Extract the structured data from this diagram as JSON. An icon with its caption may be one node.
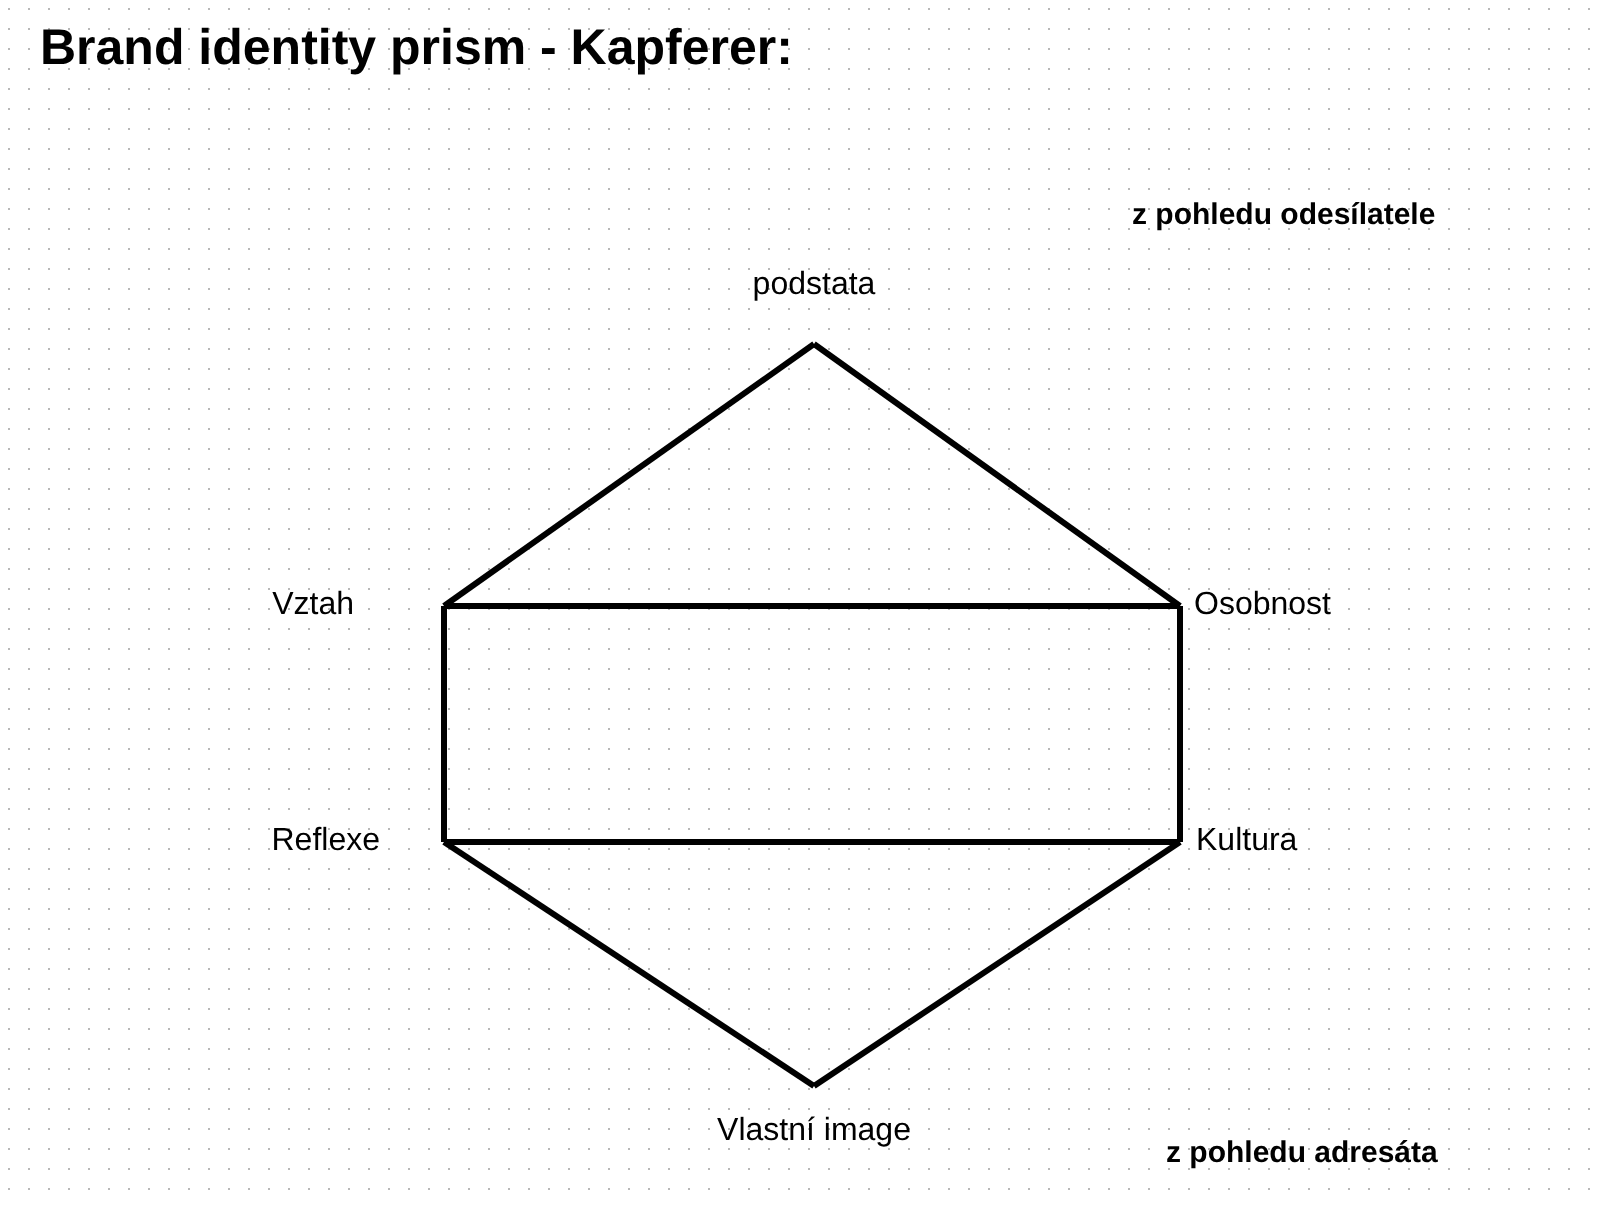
{
  "diagram": {
    "title": "Brand identity prism - Kapferer:",
    "nodes": [
      {
        "text": [
          "podstata"
        ]
      },
      {
        "text": [
          "Vztah"
        ]
      },
      {
        "text": [
          "Osobnost"
        ]
      },
      {
        "text": [
          "Reflexe"
        ]
      },
      {
        "text": [
          "Kultura"
        ]
      },
      {
        "text": [
          "Vlastní image"
        ]
      }
    ],
    "edges": [
      {
        "from": 0,
        "to": 1,
        "arrow": "none"
      },
      {
        "from": 0,
        "to": 2,
        "arrow": "none"
      },
      {
        "from": 1,
        "to": 2,
        "arrow": "none"
      },
      {
        "from": 1,
        "to": 3,
        "arrow": "none"
      },
      {
        "from": 2,
        "to": 4,
        "arrow": "none"
      },
      {
        "from": 3,
        "to": 4,
        "arrow": "none"
      },
      {
        "from": 3,
        "to": 5,
        "arrow": "none"
      },
      {
        "from": 4,
        "to": 5,
        "arrow": "none"
      }
    ],
    "labels": [
      "z pohledu odesílatele",
      "z pohledu adresáta"
    ]
  }
}
